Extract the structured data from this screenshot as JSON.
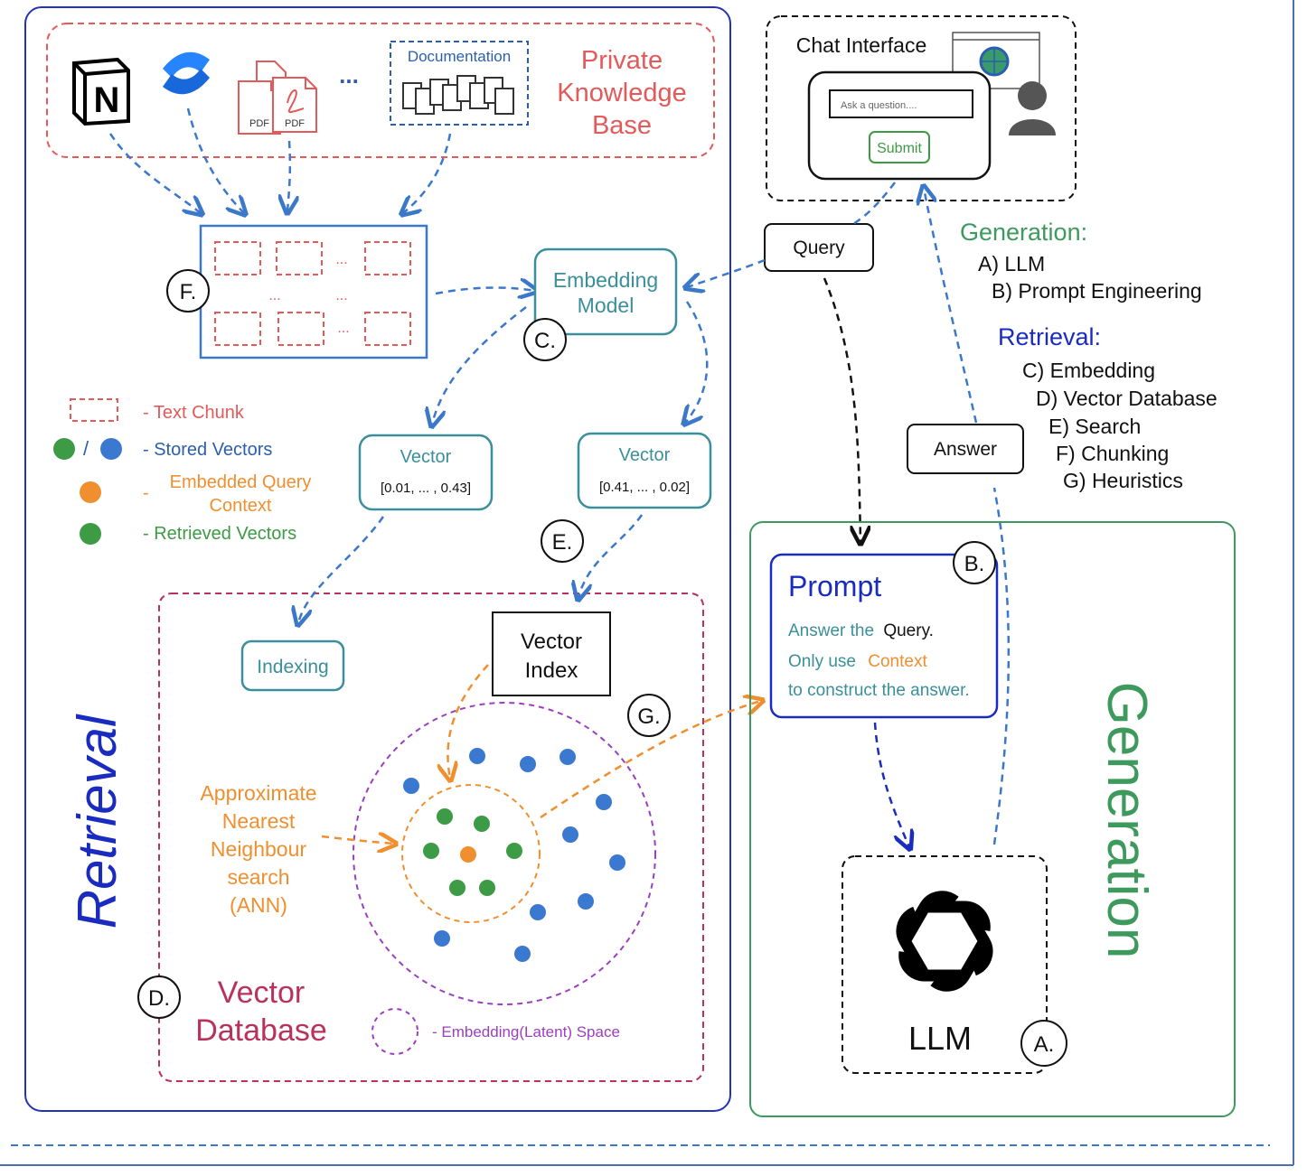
{
  "sources": {
    "notion_logo": "N",
    "pdf_label_1": "PDF",
    "pdf_label_2": "PDF",
    "ellipsis": "...",
    "documentation_label": "Documentation"
  },
  "knowledge_base": {
    "title_lines": [
      "Private",
      "Knowledge",
      "Base"
    ],
    "color": "#e35a5a"
  },
  "chunks": {
    "marker": "F.",
    "dots": "...",
    "dots_mid_1": "...",
    "dots_mid_2": "..."
  },
  "embedding_model": {
    "label_lines": [
      "Embedding",
      "Model"
    ],
    "marker": "C."
  },
  "legend": {
    "text_chunk": "- Text Chunk",
    "stored_vectors_slash": "/",
    "stored_vectors": "- Stored Vectors",
    "embedded_query_dash": "-",
    "embedded_query_lines": [
      "Embedded Query",
      "Context"
    ],
    "retrieved_vectors": "- Retrieved Vectors"
  },
  "vectors": {
    "left_title": "Vector",
    "left_values": "[0.01, ... , 0.43]",
    "right_title": "Vector",
    "right_values": "[0.41, ... , 0.02]",
    "search_marker": "E."
  },
  "vector_db": {
    "indexing": "Indexing",
    "vector_index_lines": [
      "Vector",
      "Index"
    ],
    "heuristics_marker": "G.",
    "ann_lines": [
      "Approximate",
      "Nearest",
      "Neighbour",
      "search",
      "(ANN)"
    ],
    "marker": "D.",
    "title_lines": [
      "Vector",
      "Database"
    ],
    "space_legend": "- Embedding(Latent) Space"
  },
  "retrieval_label": "Retrieval",
  "chat": {
    "title": "Chat Interface",
    "input_placeholder": "Ask a question....",
    "submit": "Submit"
  },
  "flow": {
    "query": "Query",
    "answer": "Answer"
  },
  "key": {
    "generation_heading": "Generation:",
    "generation_items": [
      "A) LLM",
      "B) Prompt Engineering"
    ],
    "retrieval_heading": "Retrieval:",
    "retrieval_items": [
      "C) Embedding",
      "D) Vector Database",
      "E) Search",
      "F) Chunking",
      "G) Heuristics"
    ]
  },
  "prompt": {
    "title": "Prompt",
    "marker": "B.",
    "line1_a": "Answer the",
    "line1_b": "Query",
    "line1_c": ".",
    "line2_a": "Only use",
    "line2_b": "Context",
    "line3": "to construct the answer."
  },
  "llm": {
    "label": "LLM",
    "marker": "A."
  },
  "generation_label": "Generation",
  "colors": {
    "blue": "#3b78c9",
    "red": "#e35a5a",
    "teal": "#3a8f9a",
    "green": "#3d9a5c",
    "orange": "#ef8f2f",
    "purple": "#9b3fc0",
    "crimson": "#b8325c",
    "navy": "#1a2bbf"
  }
}
